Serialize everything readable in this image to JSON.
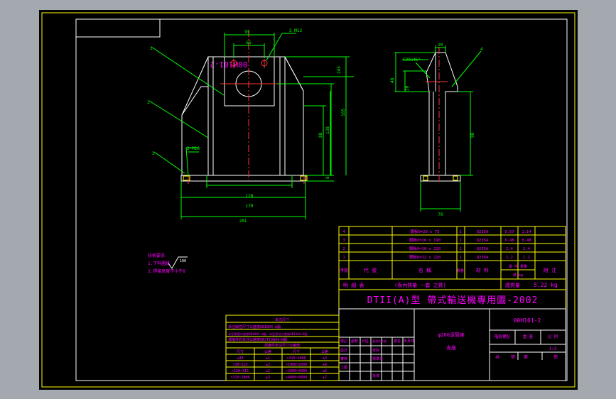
{
  "drawing": {
    "corner_code": "00H101-2",
    "notes": {
      "title": "技術要求",
      "line1": "1.下料圖紙",
      "line2": "2.焊接高度不小于8"
    },
    "roughness": "100",
    "dims_front": {
      "d95": "95",
      "d2m12": "2-M12",
      "d8": "8",
      "d245": "245",
      "d65": "65",
      "d88": "88",
      "d138": "138",
      "d185": "185",
      "d2m16": "2-M16",
      "d120": "120",
      "d170": "170",
      "d281": "281"
    },
    "dims_side": {
      "d20": "20",
      "d30": "30",
      "d20x45": "C20x45°",
      "d48": "48",
      "d98": "98",
      "d70": "70"
    },
    "leaders": [
      "1",
      "2",
      "3",
      "4"
    ],
    "bom": {
      "rows": [
        {
          "no": "4",
          "code": "",
          "name": "鋼板δ=20 x 75",
          "qty": "2",
          "material": "Q235A",
          "unit": "0.57",
          "total": "1.14"
        },
        {
          "no": "3",
          "code": "",
          "name": "鋼板δ=16 x 190",
          "qty": "1",
          "material": "Q235A",
          "unit": "0.48",
          "total": "0.48"
        },
        {
          "no": "2",
          "code": "",
          "name": "鋼板δ=16 x 220",
          "qty": "1",
          "material": "Q235A",
          "unit": "2.4",
          "total": "2.4"
        },
        {
          "no": "1",
          "code": "",
          "name": "鋼板δ=12 x 220",
          "qty": "1",
          "material": "Q235A",
          "unit": "1.2",
          "total": "1.2"
        }
      ],
      "header": {
        "no": "序號",
        "code": "代  號",
        "name": "名  稱",
        "qty": "數量",
        "material": "材  料",
        "weight": "單 件 重量",
        "weight_sub": "總 kg",
        "remark": "附 注"
      },
      "detail_label": "明  細  表",
      "detail_note": "(表內質量 一套 之質)",
      "total_label": "總質量",
      "total_value": "5.22 kg"
    },
    "title_banner": "DTII(A)型 帶式輸送機專用圖-2002",
    "part_code": "00H101-2",
    "part_name": "φ200滾筒座",
    "part_sub": "支座",
    "stage_label": "階段標記",
    "weight_label": "重  量",
    "scale_label": "比  例",
    "scale_value": "1:2",
    "sheet_label": "共",
    "sheet_of": "張",
    "sheet_page": "第",
    "sheet_page2": "張",
    "revision_cols": [
      "標記",
      "處數",
      "分區",
      "更改文件號",
      "簽名",
      "年月日"
    ],
    "revision_rows": [
      "設計",
      "審核",
      "工藝",
      "",
      "校對",
      "",
      "批准"
    ],
    "std_label": "標準化",
    "tolerance": {
      "title": "未注尺寸",
      "line1": "未注線性尺寸公差按GB1804-m級",
      "line2": "未注角度公差按GB1804-m級，未注形位公差按GB1184-K級",
      "line3": "焊接件的未注公差按GB/T19804-B級",
      "table_caption": "焊接件未注尺寸公差值",
      "header": [
        "尺寸",
        "公差",
        "尺寸",
        "公差"
      ],
      "rows": [
        [
          "≤30",
          "±1",
          ">315~1000",
          "±3"
        ],
        [
          ">30~120",
          "±2",
          ">1000~2000",
          "±4"
        ],
        [
          ">120~315",
          "±2",
          ">2000~4000",
          "±6"
        ],
        [
          ">315~1000",
          "±3",
          ">4000~8000",
          "±7"
        ]
      ]
    }
  }
}
